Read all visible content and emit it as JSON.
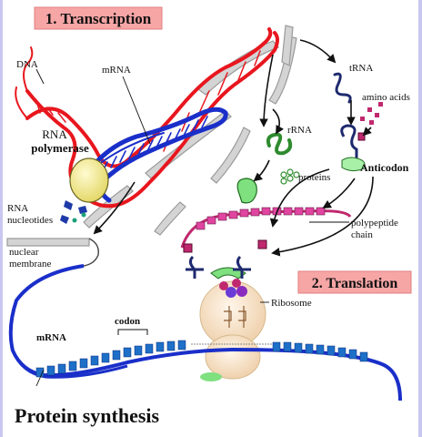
{
  "title": "Protein synthesis",
  "stages": {
    "transcription": "1. Transcription",
    "translation": "2. Translation"
  },
  "labels": {
    "dna": "DNA",
    "mrna_top": "mRNA",
    "rna_line1": "RNA",
    "polymerase": "polymerase",
    "nucleotides_line1": "RNA",
    "nucleotides_line2": "nucleotides",
    "nuclear_line1": "nuclear",
    "nuclear_line2": "membrane",
    "trna": "tRNA",
    "amino_acids": "amino acids",
    "anticodon": "Anticodon",
    "rrna": "rRNA",
    "proteins": "proteins",
    "polypeptide_line1": "polypeptide",
    "polypeptide_line2": "chain",
    "ribosome": "Ribosome",
    "codon": "codon",
    "mrna_bottom": "mRNA"
  },
  "colors": {
    "dna": "#e8161e",
    "mrna": "#1a2fc9",
    "membrane": "#c8c8c8",
    "stage_label_bg": "#f7a6a6",
    "rrna": "#2e8b2e",
    "trna": "#1e2a6e",
    "amino": "#c0286e",
    "polymerase": "#f2ec8c",
    "ribosome": "#f3dcc0",
    "frame": "#c9c7f2"
  }
}
